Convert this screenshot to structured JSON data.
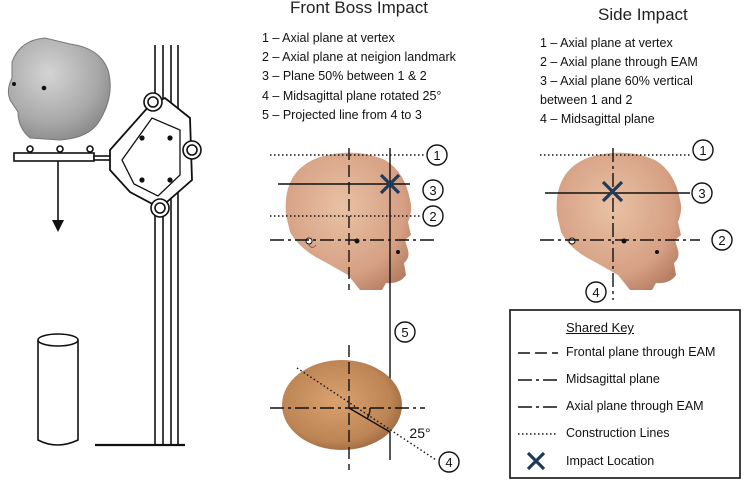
{
  "front": {
    "title": "Front Boss Impact",
    "items": [
      "1 – Axial plane at vertex",
      "2 – Axial plane at neigion landmark",
      "3 – Plane 50% between 1 & 2",
      "4 – Midsagittal plane rotated 25°",
      "5 – Projected line from 4 to 3"
    ],
    "markers": [
      "1",
      "2",
      "3",
      "4",
      "5"
    ],
    "angle": "25°"
  },
  "side": {
    "title": "Side Impact",
    "items": [
      "1 – Axial plane at vertex",
      "2 – Axial plane through EAM",
      "3 – Axial plane 60% vertical",
      "between 1 and 2",
      "4 – Midsagittal plane"
    ],
    "markers": [
      "1",
      "2",
      "3",
      "4"
    ]
  },
  "key": {
    "title": "Shared Key",
    "items": [
      "Frontal plane through EAM",
      "Midsagittal plane",
      "Axial plane through EAM",
      "Construction Lines",
      "Impact Location"
    ]
  },
  "colors": {
    "impact_marker": "#1f3b5c",
    "skin": "#d9a889",
    "skin_dark": "#a9735c",
    "headform_gray": "#9a9a9a",
    "line": "#111111"
  }
}
